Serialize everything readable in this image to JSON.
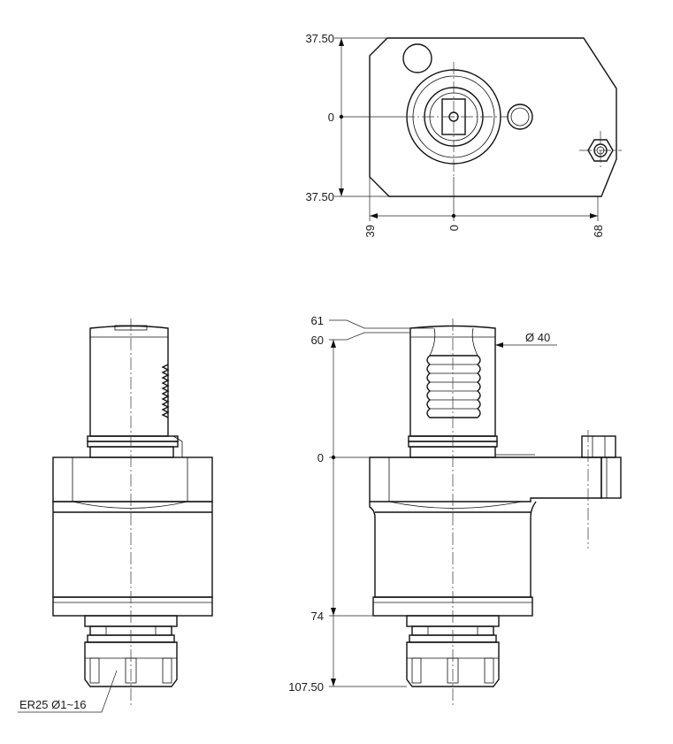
{
  "top_view": {
    "y_labels": {
      "top": "37.50",
      "center": "0",
      "bottom": "37.50"
    },
    "x_labels": {
      "left": "39",
      "center": "0",
      "right": "68"
    }
  },
  "front_view": {
    "labels": {
      "h61": "61",
      "h60": "60",
      "h0": "0",
      "h74": "74",
      "h107": "107.50",
      "dia": "Ø 40"
    }
  },
  "side_view": {
    "collet_note": "ER25 Ø1~16"
  }
}
